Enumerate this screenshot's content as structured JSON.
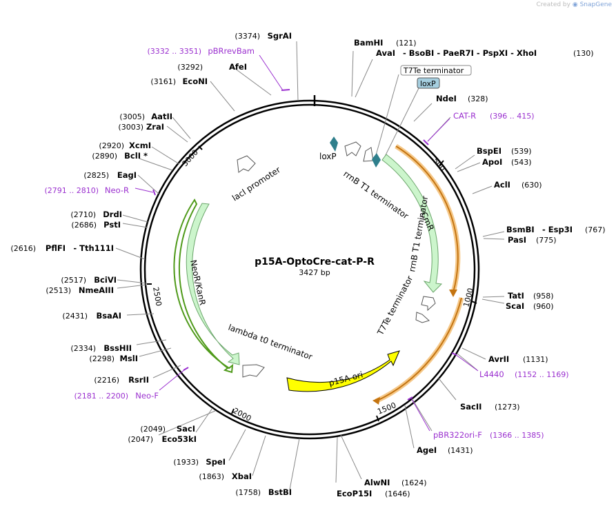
{
  "credit": "Created by",
  "brand": "SnapGene",
  "title": "p15A-OptoCre-cat-P-R",
  "subtitle": "3427 bp",
  "total_bp": 3427,
  "colors": {
    "ring": "#000000",
    "primer": "#9a2fcf",
    "cmr_fill": "#ccf5cc",
    "cmr_stroke": "#6aa56a",
    "neo_outline": "#4f9a1a",
    "p15a_fill": "#ffff00",
    "orange_arc": "#e88e1a",
    "loxp_fill": "#2f7f8c"
  },
  "ticks": [
    {
      "label": "500",
      "pos": 500
    },
    {
      "label": "1000",
      "pos": 1000
    },
    {
      "label": "1500",
      "pos": 1500
    },
    {
      "label": "2000",
      "pos": 2000
    },
    {
      "label": "2500",
      "pos": 2500
    },
    {
      "label": "3000",
      "pos": 3000
    }
  ],
  "sites": {
    "sgrai": {
      "name": "SgrAI",
      "pos": "(3374)"
    },
    "bamhi": {
      "name": "BamHI",
      "pos": "(121)"
    },
    "avai": {
      "name": "AvaI",
      "rest": "- BsoBI  - PaeR7I  - PspXI  - XhoI",
      "pos": "(130)"
    },
    "ndei": {
      "name": "NdeI",
      "pos": "(328)"
    },
    "bspei": {
      "name": "BspEI",
      "pos": "(539)"
    },
    "apoi": {
      "name": "ApoI",
      "pos": "(543)"
    },
    "acli": {
      "name": "AclI",
      "pos": "(630)"
    },
    "bsmbi": {
      "name": "BsmBI",
      "rest": "- Esp3I",
      "pos": "(767)"
    },
    "pasi": {
      "name": "PasI",
      "pos": "(775)"
    },
    "tati": {
      "name": "TatI",
      "pos": "(958)"
    },
    "scai": {
      "name": "ScaI",
      "pos": "(960)"
    },
    "avrii": {
      "name": "AvrII",
      "pos": "(1131)"
    },
    "sacii": {
      "name": "SacII",
      "pos": "(1273)"
    },
    "agei": {
      "name": "AgeI",
      "pos": "(1431)"
    },
    "alwni": {
      "name": "AlwNI",
      "pos": "(1624)"
    },
    "ecop15i": {
      "name": "EcoP15I",
      "pos": "(1646)"
    },
    "bstbi": {
      "name": "BstBI",
      "pos": "(1758)"
    },
    "xbai": {
      "name": "XbaI",
      "pos": "(1863)"
    },
    "spei": {
      "name": "SpeI",
      "pos": "(1933)"
    },
    "saci": {
      "name": "SacI",
      "pos": "(2049)"
    },
    "eco53ki": {
      "name": "Eco53kI",
      "pos": "(2047)"
    },
    "rsrii": {
      "name": "RsrII",
      "pos": "(2216)"
    },
    "msli": {
      "name": "MslI",
      "pos": "(2298)"
    },
    "bsshii": {
      "name": "BssHII",
      "pos": "(2334)"
    },
    "bsaai": {
      "name": "BsaAI",
      "pos": "(2431)"
    },
    "nmeaiii": {
      "name": "NmeAIII",
      "pos": "(2513)"
    },
    "bcivi": {
      "name": "BciVI",
      "pos": "(2517)"
    },
    "pflfi": {
      "name": "PflFI",
      "rest": "- Tth111I",
      "pos": "(2616)"
    },
    "psti": {
      "name": "PstI",
      "pos": "(2686)"
    },
    "drdi": {
      "name": "DrdI",
      "pos": "(2710)"
    },
    "eagi": {
      "name": "EagI",
      "pos": "(2825)"
    },
    "bcli": {
      "name": "BclI *",
      "pos": "(2890)"
    },
    "xcmi": {
      "name": "XcmI",
      "pos": "(2920)"
    },
    "zrai": {
      "name": "ZraI",
      "pos": "(3003)"
    },
    "aatii": {
      "name": "AatII",
      "pos": "(3005)"
    },
    "econi": {
      "name": "EcoNI",
      "pos": "(3161)"
    },
    "afei": {
      "name": "AfeI",
      "pos": "(3292)"
    }
  },
  "primers": {
    "pbrrevbam": {
      "name": "pBRrevBam",
      "range": "(3332 .. 3351)"
    },
    "catr": {
      "name": "CAT-R",
      "range": "(396 .. 415)"
    },
    "l4440": {
      "name": "L4440",
      "range": "(1152 .. 1169)"
    },
    "pbr322ori": {
      "name": "pBR322ori-F",
      "range": "(1366 .. 1385)"
    },
    "neof": {
      "name": "Neo-F",
      "range": "(2181 .. 2200)"
    },
    "neor": {
      "name": "Neo-R",
      "range": "(2791 .. 2810)"
    }
  },
  "boxed_labels": {
    "t7te_top": "T7Te terminator",
    "loxp_top": "loxP"
  },
  "features": {
    "loxp": "loxP",
    "rrnb_top": "rrnB T1 terminator",
    "cmr": "CmR",
    "rrnb_right": "rrnB T1 terminator",
    "t7te_right": "T7Te terminator",
    "p15a_ori": "p15A ori",
    "lambda_t0": "lambda t0 terminator",
    "neor_kanr": "NeoR/KanR",
    "laci": "lacI promoter"
  }
}
